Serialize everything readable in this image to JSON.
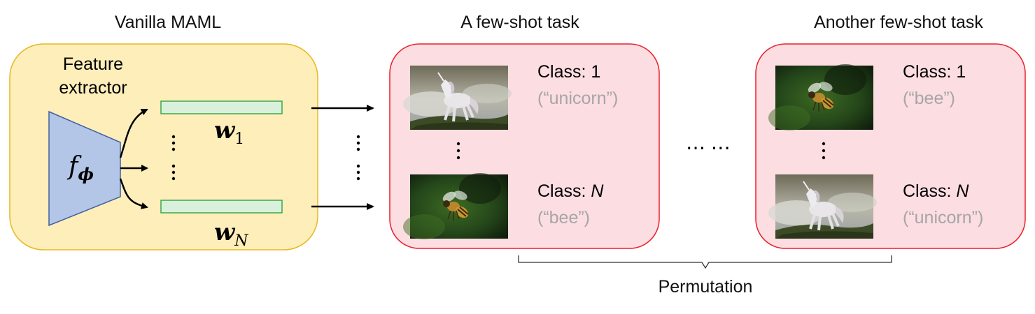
{
  "captions": {
    "vanilla": "Vanilla MAML",
    "task1": "A few-shot task",
    "task2": "Another few-shot task",
    "permutation": "Permutation"
  },
  "maml": {
    "extractor_label_line1": "Feature",
    "extractor_label_line2": "extractor",
    "f_symbol": "f",
    "f_subscript": "ϕ",
    "w_symbol": "w",
    "w1_subscript": "1",
    "wN_subscript": "N"
  },
  "task1": {
    "top": {
      "class_text": "Class: 1",
      "name": "(“unicorn”)",
      "image": "unicorn"
    },
    "bottom": {
      "class_prefix": "Class: ",
      "class_var": "N",
      "name": "(“bee”)",
      "image": "bee"
    }
  },
  "task2": {
    "top": {
      "class_text": "Class: 1",
      "name": "(“bee”)",
      "image": "bee"
    },
    "bottom": {
      "class_prefix": "Class: ",
      "class_var": "N",
      "name": "(“unicorn”)",
      "image": "unicorn"
    }
  },
  "between_dots": "⋯ ⋯",
  "colors": {
    "maml_fill": "#fdeeba",
    "maml_stroke": "#e8b820",
    "task_fill": "#fcdde2",
    "task_stroke": "#e8202a",
    "extractor_fill": "#b3c6e7",
    "extractor_stroke": "#41609e",
    "head_fill": "#d9f0dc",
    "head_stroke": "#3aa84a"
  }
}
